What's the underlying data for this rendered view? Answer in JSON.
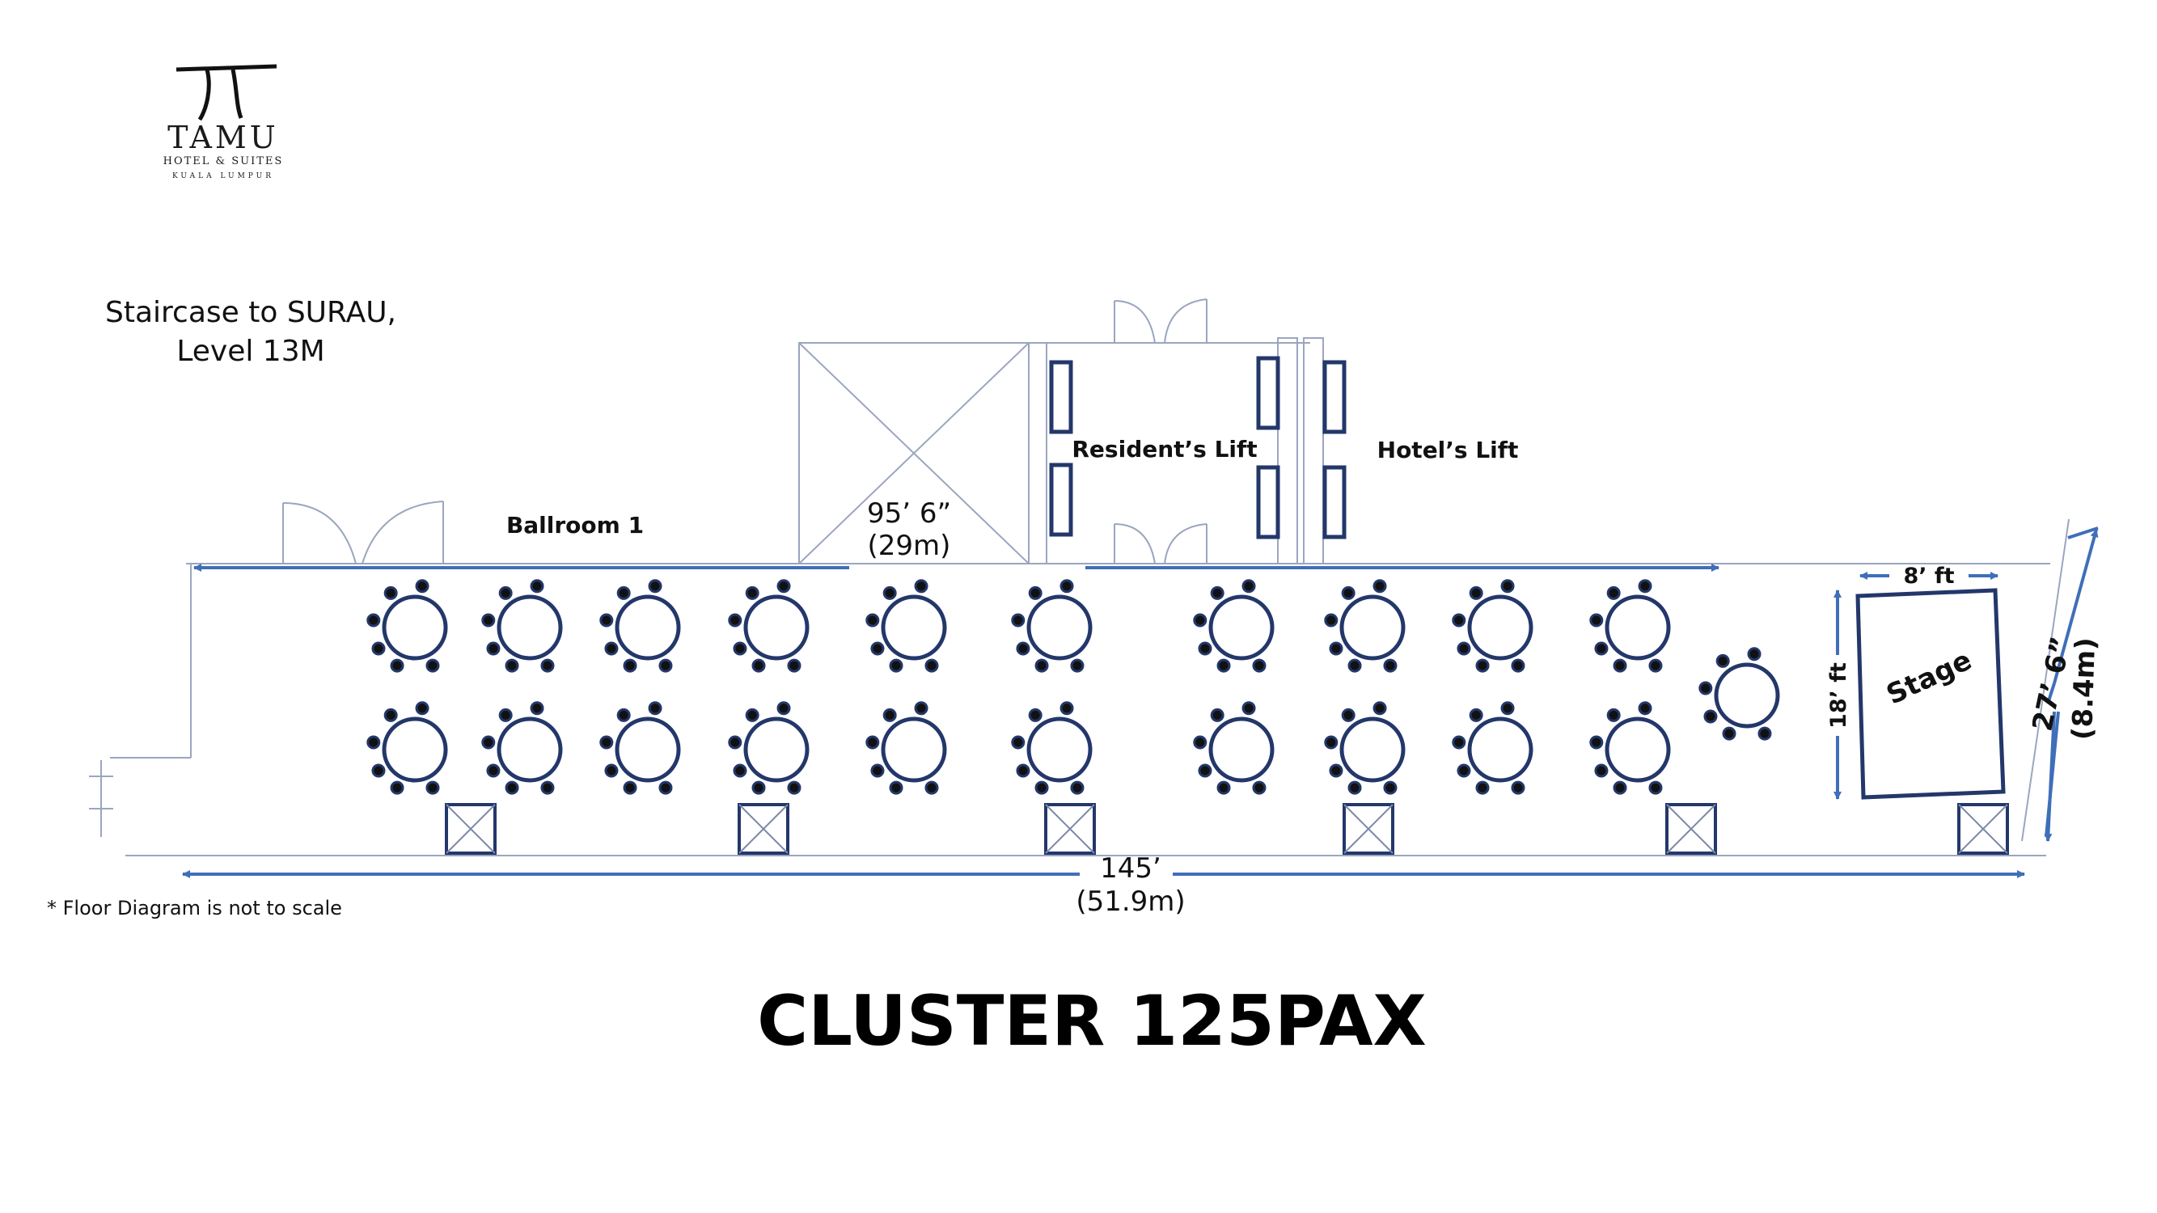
{
  "logo": {
    "brand": "TAMU",
    "line1": "HOTEL & SUITES",
    "line2": "KUALA LUMPUR"
  },
  "labels": {
    "staircase_line1": "Staircase to SURAU,",
    "staircase_line2": "Level 13M",
    "ballroom": "Ballroom 1",
    "residents_lift": "Resident’s Lift",
    "hotels_lift": "Hotel’s Lift",
    "stage": "Stage",
    "note": "* Floor Diagram is not to scale"
  },
  "dimensions": {
    "inner_length_ft": "95’ 6”",
    "inner_length_m": "(29m)",
    "total_length_ft": "145’",
    "total_length_m": "(51.9m)",
    "width_ft": "27’ 6”",
    "width_m": "(8.4m)",
    "stage_width": "8’ ft",
    "stage_depth": "18’ ft"
  },
  "title": "CLUSTER 125PAX",
  "colors": {
    "furniture": "#23376a",
    "dimension_arrow": "#3f6fb8",
    "wall": "#9aa6bf"
  },
  "layout_counts": {
    "table_rows": 2,
    "tables_per_row": 10,
    "extra_tables": 1,
    "pillars": 6
  }
}
